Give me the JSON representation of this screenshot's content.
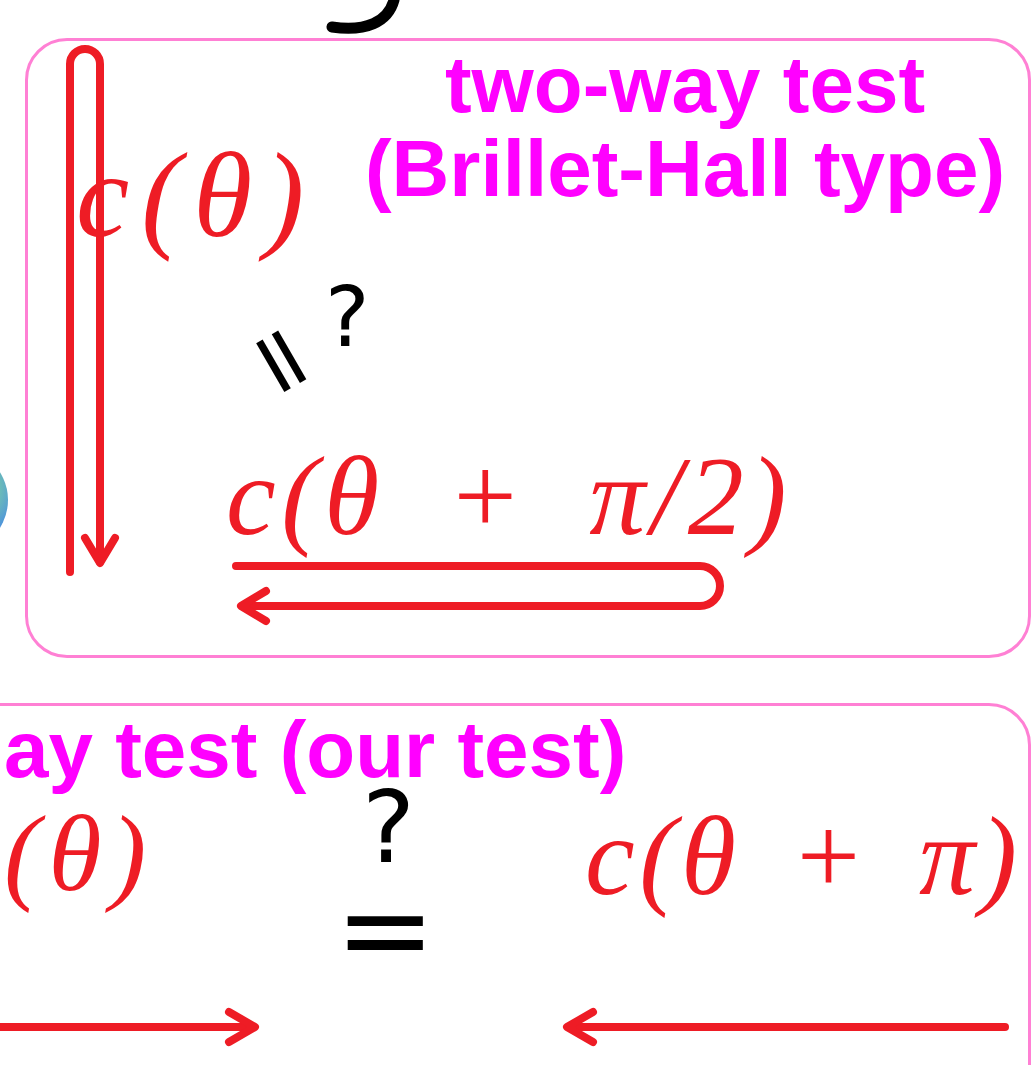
{
  "diagram": {
    "nodes": [
      {
        "text": [
          "two-way test (Brillet-Hall type)"
        ]
      },
      {
        "text": [
          "ay test (our test)"
        ]
      }
    ],
    "labels": [
      "c(θ)",
      "=",
      "?",
      "c(θ + π/2)",
      "(θ)",
      "?",
      "=",
      "c(θ + π)"
    ]
  }
}
